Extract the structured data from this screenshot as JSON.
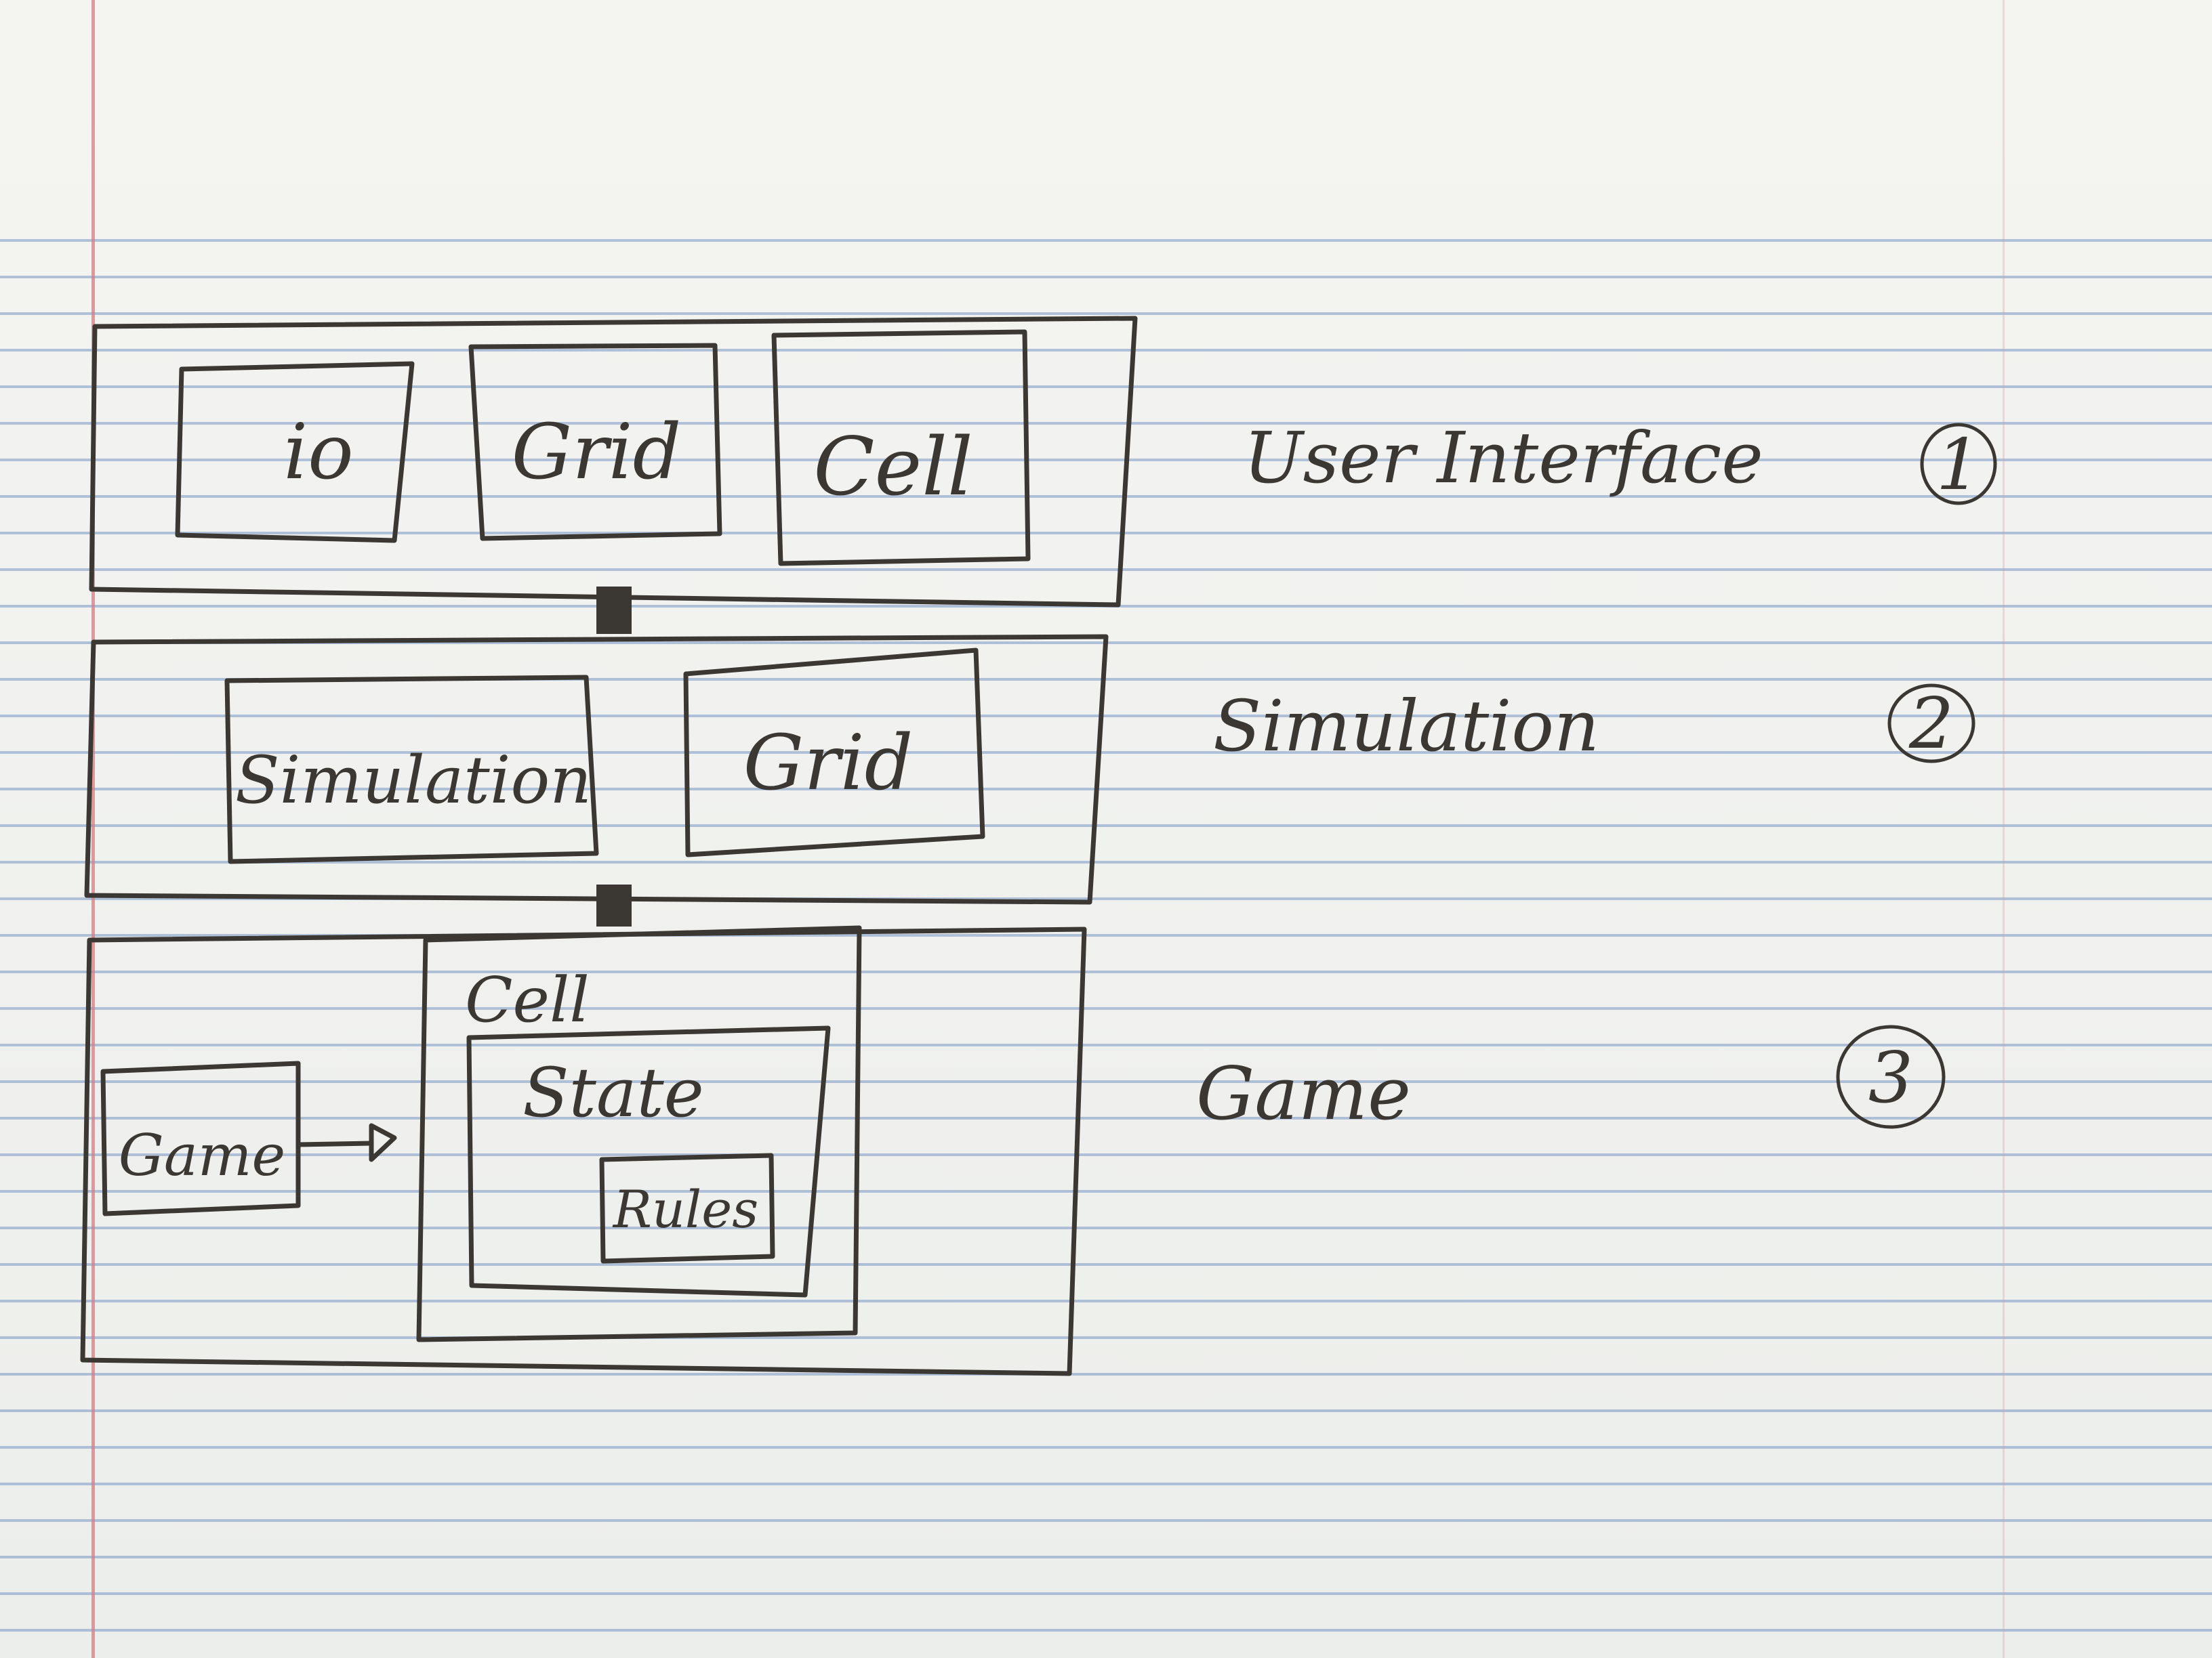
{
  "layers": [
    {
      "label": "User Interface",
      "number": "1",
      "boxes": [
        "io",
        "Grid",
        "Cell"
      ]
    },
    {
      "label": "Simulation",
      "number": "2",
      "boxes": [
        "Simulation",
        "Grid"
      ]
    },
    {
      "label": "Game",
      "number": "3",
      "boxes": {
        "game": "Game",
        "cell": "Cell",
        "state": "State",
        "rules": "Rules"
      }
    }
  ]
}
